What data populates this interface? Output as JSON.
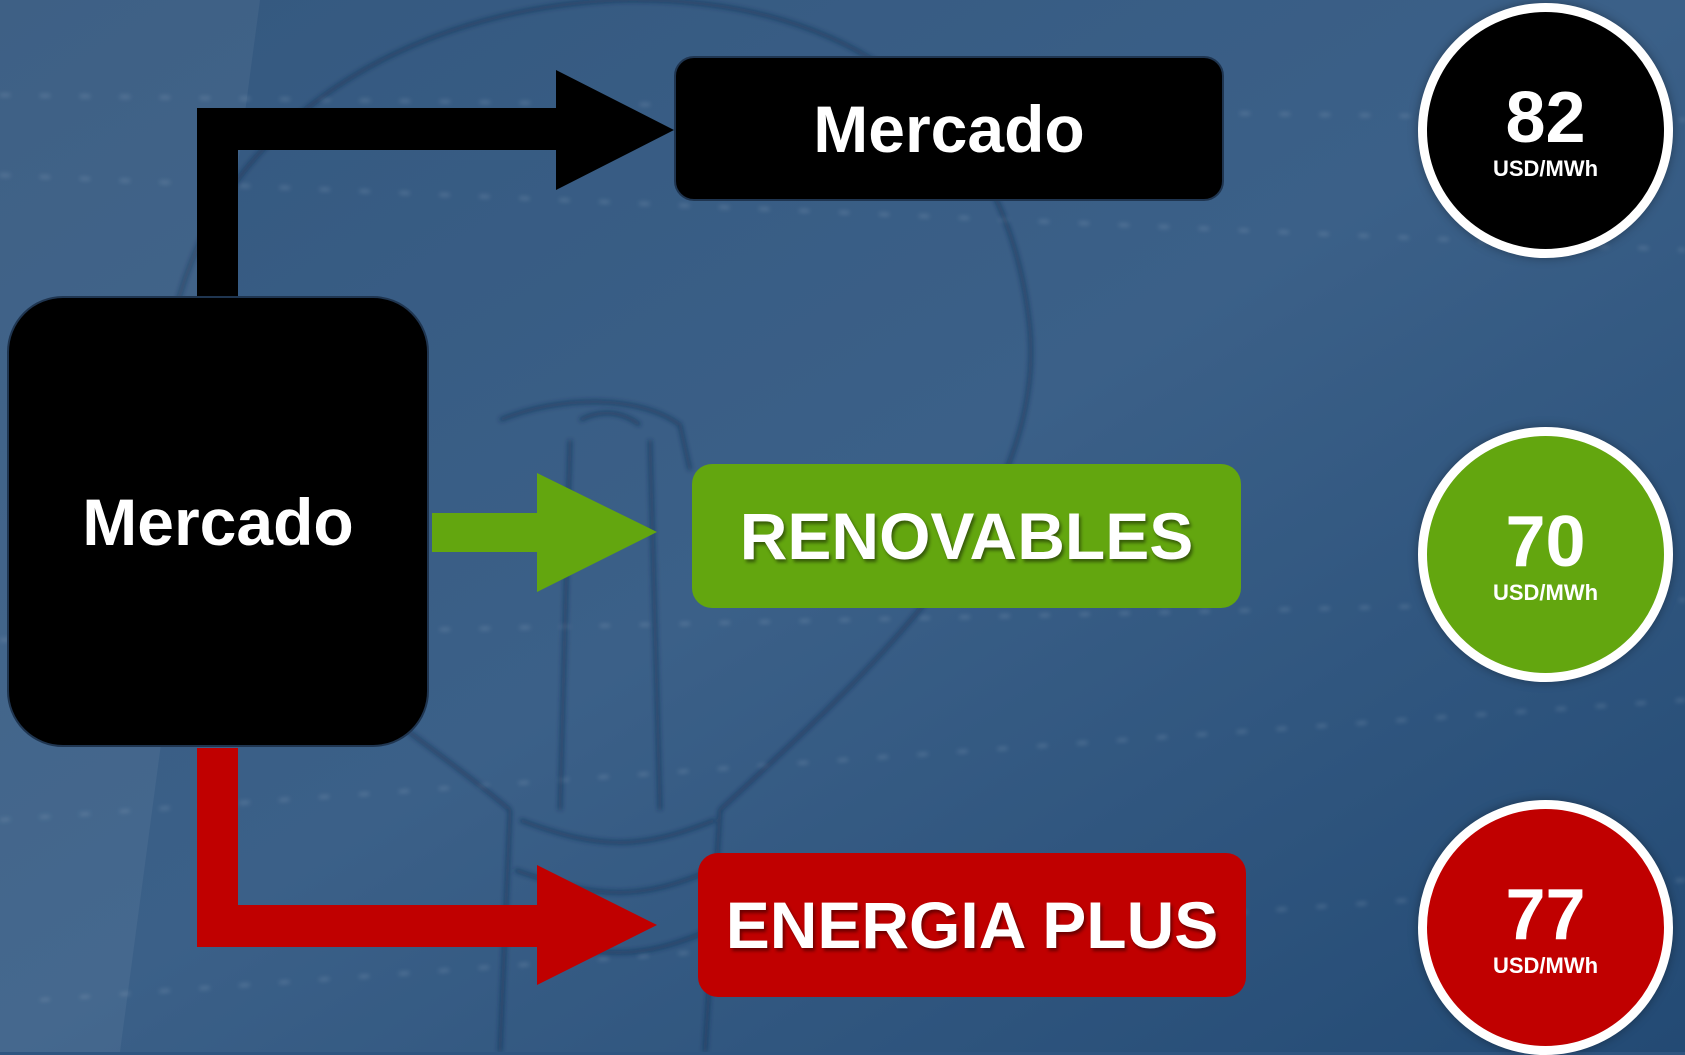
{
  "colors": {
    "background": "#2f5580",
    "mercado": "#000000",
    "renovables": "#63a60f",
    "energia_plus": "#c00000",
    "badge_border": "#ffffff"
  },
  "source": {
    "label": "Mercado"
  },
  "targets": [
    {
      "label": "Mercado",
      "price": "82",
      "unit": "USD/MWh",
      "color": "#000000"
    },
    {
      "label": "RENOVABLES",
      "price": "70",
      "unit": "USD/MWh",
      "color": "#63a60f"
    },
    {
      "label": "ENERGIA PLUS",
      "price": "77",
      "unit": "USD/MWh",
      "color": "#c00000"
    }
  ],
  "background_image": {
    "icon": "light-bulb-icon"
  }
}
